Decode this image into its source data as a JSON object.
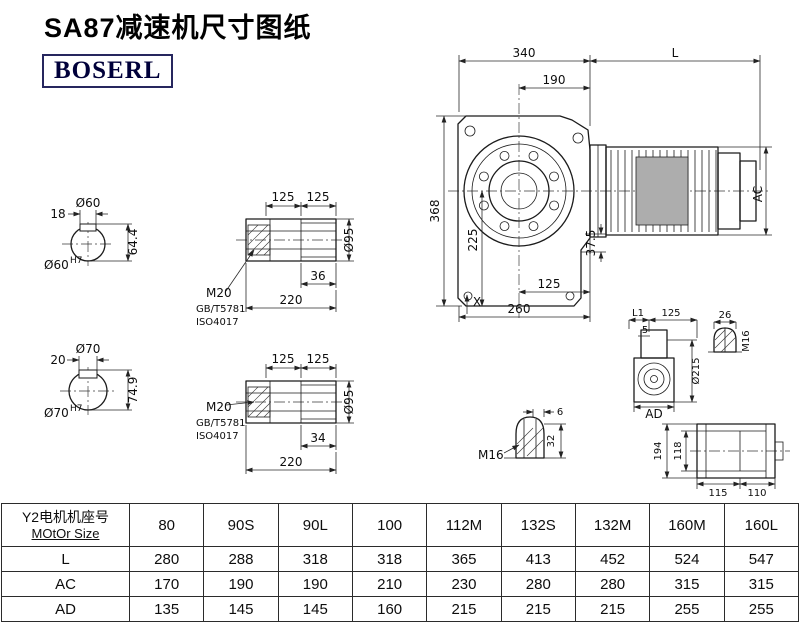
{
  "title": "SA87减速机尺寸图纸",
  "logo": "BOSERL",
  "drawing": {
    "main": {
      "w340": "340",
      "L": "L",
      "w190": "190",
      "h368": "368",
      "h225": "225",
      "h37_5": "37.5",
      "w125": "125",
      "w260": "260",
      "X": "X",
      "AC": "AC"
    },
    "shaft60": {
      "label": "Ø60",
      "key_w": "18",
      "key_h": "64.4",
      "fit": "Ø60",
      "fit_sup": "H7"
    },
    "shaft70": {
      "label": "Ø70",
      "key_w": "20",
      "key_h": "74.9",
      "fit": "Ø70",
      "fit_sup": "H7"
    },
    "hollow1": {
      "l1": "125",
      "l2": "125",
      "thread": "M20",
      "std1": "GB/T5781",
      "std2": "ISO4017",
      "depth": "36",
      "len": "220",
      "dia": "Ø95"
    },
    "hollow2": {
      "l1": "125",
      "l2": "125",
      "thread": "M20",
      "std1": "GB/T5781",
      "std2": "ISO4017",
      "depth": "34",
      "len": "220",
      "dia": "Ø95"
    },
    "side": {
      "L1": "L1",
      "w125": "125",
      "w5": "5",
      "w26": "26",
      "m16": "M16",
      "dia215": "Ø215",
      "AD": "AD"
    },
    "key": {
      "w6": "6",
      "h32": "32",
      "m16": "M16"
    },
    "flange": {
      "h194": "194",
      "h118": "118",
      "w115": "115",
      "w110": "110"
    }
  },
  "table": {
    "header_cn": "Y2电机机座号",
    "header_en": "MOtOr Size",
    "columns": [
      "80",
      "90S",
      "90L",
      "100",
      "112M",
      "132S",
      "132M",
      "160M",
      "160L"
    ],
    "rows": [
      {
        "label": "L",
        "values": [
          "280",
          "288",
          "318",
          "318",
          "365",
          "413",
          "452",
          "524",
          "547"
        ]
      },
      {
        "label": "AC",
        "values": [
          "170",
          "190",
          "190",
          "210",
          "230",
          "280",
          "280",
          "315",
          "315"
        ]
      },
      {
        "label": "AD",
        "values": [
          "135",
          "145",
          "145",
          "160",
          "215",
          "215",
          "215",
          "255",
          "255"
        ]
      }
    ]
  }
}
